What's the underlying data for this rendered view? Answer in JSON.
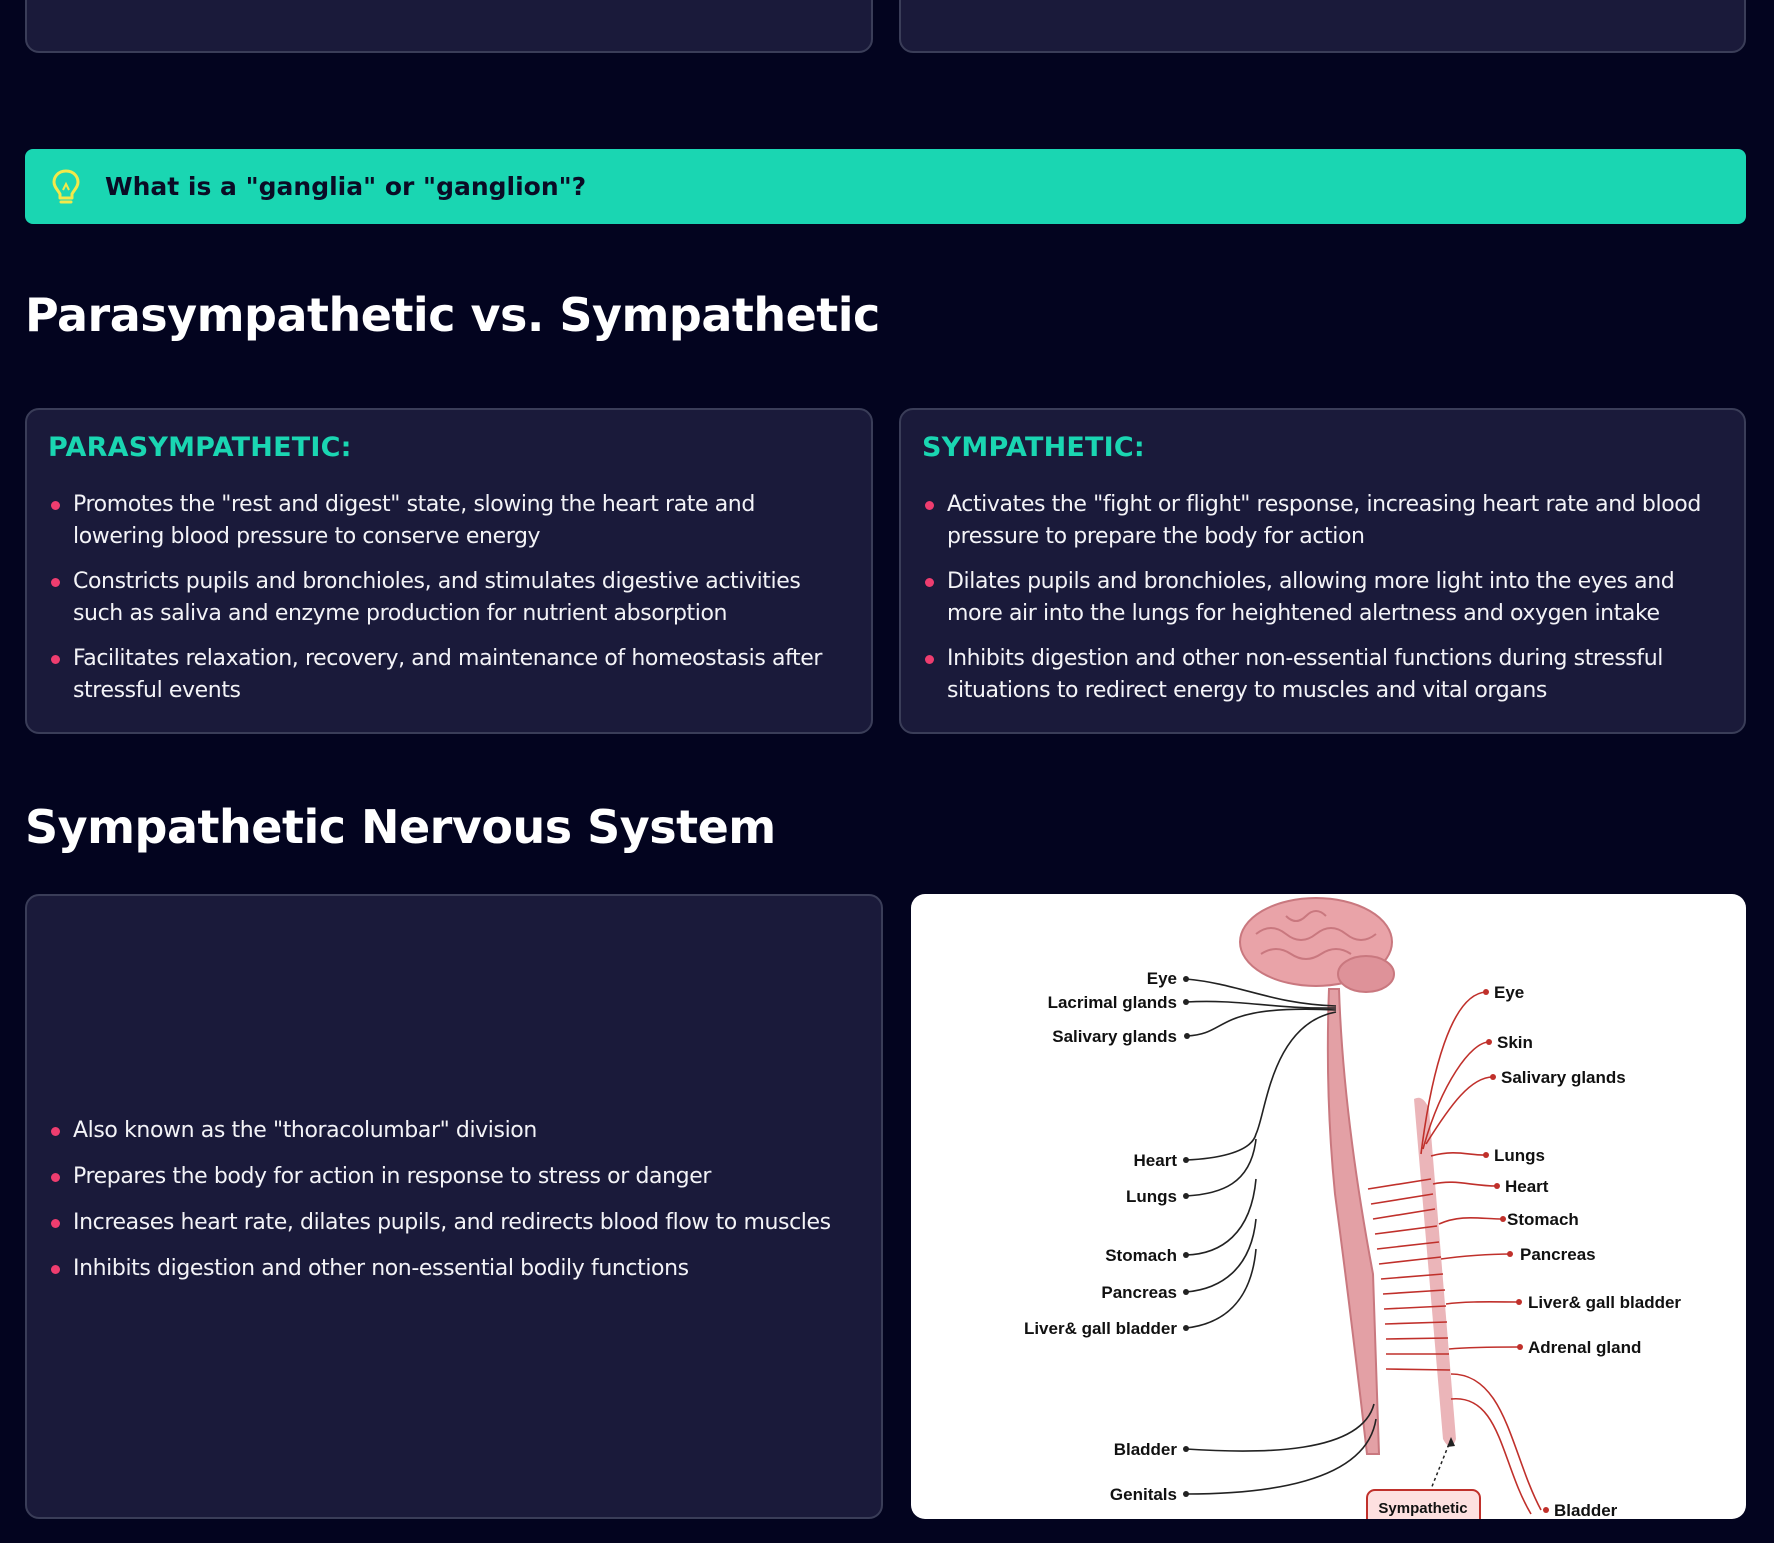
{
  "tip": {
    "text": "What is a \"ganglia\" or \"ganglion\"?",
    "icon": "lightbulb-icon",
    "color": "#1ad6b2"
  },
  "compare": {
    "title": "Parasympathetic vs. Sympathetic",
    "parasympathetic": {
      "heading": "PARASYMPATHETIC:",
      "items": [
        "Promotes the \"rest and digest\" state, slowing the heart rate and lowering blood pressure to conserve energy",
        "Constricts pupils and bronchioles, and stimulates digestive activities such as saliva and enzyme production for nutrient absorption",
        "Facilitates relaxation, recovery, and maintenance of homeostasis after stressful events"
      ]
    },
    "sympathetic": {
      "heading": "SYMPATHETIC:",
      "items": [
        "Activates the \"fight or flight\" response, increasing heart rate and blood pressure to prepare the body for action",
        "Dilates pupils and bronchioles, allowing more light into the eyes and more air into the lungs for heightened alertness and oxygen intake",
        "Inhibits digestion and other non-essential functions during stressful situations to redirect energy to muscles and vital organs"
      ]
    }
  },
  "sns": {
    "title": "Sympathetic Nervous System",
    "items": [
      "Also known as the \"thoracolumbar\" division",
      "Prepares the body for action in response to stress or danger",
      "Increases heart rate, dilates pupils, and redirects blood flow to muscles",
      "Inhibits digestion and other non-essential bodily functions"
    ]
  },
  "diagram": {
    "left_labels": [
      "Eye",
      "Lacrimal glands",
      "Salivary glands",
      "Heart",
      "Lungs",
      "Stomach",
      "Pancreas",
      "Liver& gall bladder",
      "Bladder",
      "Genitals"
    ],
    "right_labels": [
      "Eye",
      "Skin",
      "Salivary glands",
      "Lungs",
      "Heart",
      "Stomach",
      "Pancreas",
      "Liver& gall bladder",
      "Adrenal gland",
      "Bladder"
    ],
    "tag": "Sympathetic",
    "colors": {
      "parasympathetic_line": "#222222",
      "sympathetic_line": "#c0302b",
      "brain": "#e9a3a8"
    }
  }
}
